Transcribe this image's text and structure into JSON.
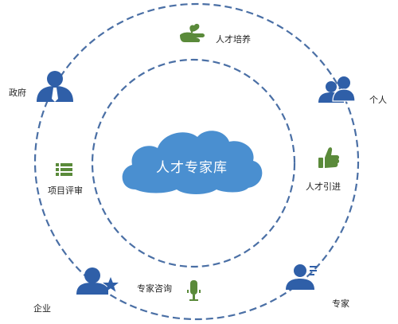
{
  "center": {
    "label": "人才专家库"
  },
  "nodes": [
    {
      "key": "talent_training",
      "label": "人才培养",
      "icon": "hand-plant-icon"
    },
    {
      "key": "individual",
      "label": "个人",
      "icon": "two-people-icon"
    },
    {
      "key": "talent_introduction",
      "label": "人才引进",
      "icon": "thumbs-up-icon"
    },
    {
      "key": "expert",
      "label": "专家",
      "icon": "expert-person-icon"
    },
    {
      "key": "expert_consulting",
      "label": "专家咨询",
      "icon": "microphone-icon"
    },
    {
      "key": "enterprise",
      "label": "企业",
      "icon": "person-star-icon"
    },
    {
      "key": "project_review",
      "label": "项目评审",
      "icon": "list-icon"
    },
    {
      "key": "government",
      "label": "政府",
      "icon": "official-person-icon"
    }
  ],
  "colors": {
    "ring": "#4a6fa5",
    "cloud": "#4a8fd0",
    "blue_icon": "#2f5fa8",
    "green_icon": "#5a8a3a",
    "text": "#222222"
  }
}
